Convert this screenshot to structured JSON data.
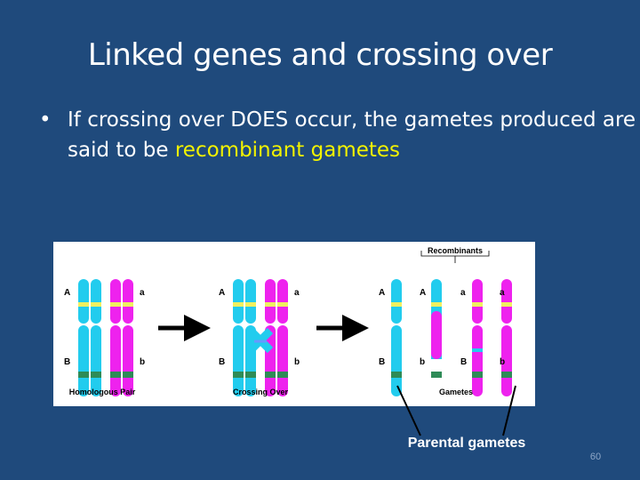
{
  "slide": {
    "title": "Linked genes and crossing over",
    "bullet_marker": "•",
    "bullet_text_before": "If crossing over DOES occur, the gametes produced are said to be ",
    "bullet_highlight": "recombinant gametes",
    "parental_label": "Parental gametes",
    "page_number": "60"
  },
  "figure": {
    "recombinants_label": "Recombinants",
    "allele_A": "A",
    "allele_a": "a",
    "allele_B": "B",
    "allele_b": "b",
    "stage_labels": [
      "Homologous Pair",
      "Crossing Over",
      "Gametes"
    ]
  },
  "colors": {
    "background": "#1f4a7c",
    "highlight": "#f2f200",
    "cyan_chromosome": "#22ccee",
    "magenta_chromosome": "#ee22ee",
    "band_yellow": "#f0f060",
    "band_green": "#2e8b57"
  }
}
